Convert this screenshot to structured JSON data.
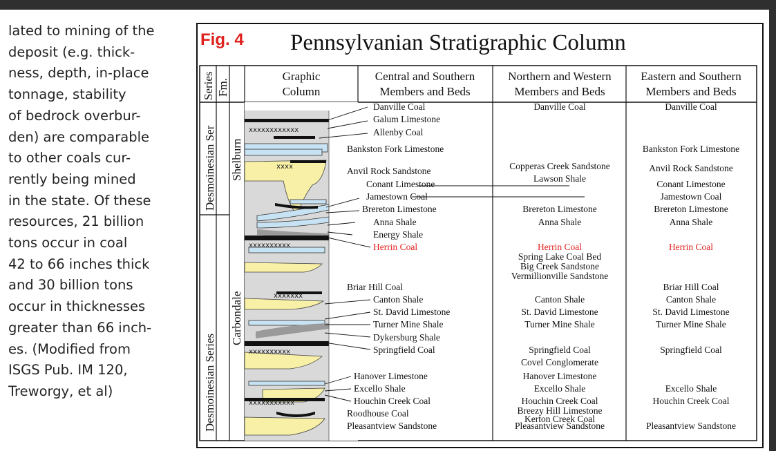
{
  "body_text": [
    "lated to mining of the",
    "deposit (e.g. thick-",
    "ness, depth, in-place",
    "tonnage, stability",
    "of bedrock overbur-",
    "den) are comparable",
    "to other coals cur-",
    "rently being mined",
    "in the state. Of these",
    "resources, 21 billion",
    "tons occur in coal",
    "42 to 66 inches thick",
    "and 30 billion tons",
    "occur in thicknesses",
    "greater than 66 inch-",
    "es. (Modified from",
    "ISGS Pub. IM 120,",
    "Treworgy, et al)"
  ],
  "figure": {
    "label": "Fig. 4",
    "title": "Pennsylvanian Stratigraphic Column",
    "headers": {
      "series": "Series",
      "fm": "Fm.",
      "graphic_1": "Graphic",
      "graphic_2": "Column",
      "central_1": "Central and Southern",
      "central_2": "Members and Beds",
      "northern_1": "Northern and Western",
      "northern_2": "Members and Beds",
      "eastern_1": "Eastern and Southern",
      "eastern_2": "Members and Beds"
    },
    "series_labels": [
      "Desmoinesian Ser",
      "Desmoinesian Series"
    ],
    "formations": [
      "Shelburn",
      "Carbondale"
    ],
    "central": [
      "Danville Coal",
      "Galum Limestone",
      "Allenby Coal",
      "Bankston Fork Limestone",
      "Anvil Rock Sandstone",
      "Conant Limestone",
      "Jamestown Coal",
      "Brereton Limestone",
      "Anna Shale",
      "Energy Shale",
      "Herrin Coal",
      "Briar Hill Coal",
      "Canton Shale",
      "St. David Limestone",
      "Turner Mine Shale",
      "Dykersburg Shale",
      "Springfield Coal",
      "Hanover Limestone",
      "Excello Shale",
      "Houchin Creek Coal",
      "Roodhouse Coal",
      "Pleasantview Sandstone"
    ],
    "northern": [
      "Danville Coal",
      "Copperas Creek Sandstone",
      "Lawson Shale",
      "Brereton Limestone",
      "Anna Shale",
      "Herrin Coal",
      "Spring Lake Coal Bed",
      "Big Creek Sandstone",
      "Vermillionville Sandstone",
      "Canton Shale",
      "St. David Limestone",
      "Turner Mine Shale",
      "Springfield Coal",
      "Covel Conglomerate",
      "Hanover Limestone",
      "Excello Shale",
      "Houchin Creek Coal",
      "Breezy Hill Limestone",
      "Kerton Creek Coal",
      "Pleasantview Sandstone"
    ],
    "eastern": [
      "Danville Coal",
      "Bankston Fork Limestone",
      "Anvil Rock Sandstone",
      "Conant Limestone",
      "Jamestown Coal",
      "Brereton Limestone",
      "Anna Shale",
      "Herrin Coal",
      "Briar Hill Coal",
      "Canton Shale",
      "St. David Limestone",
      "Turner Mine Shale",
      "Springfield Coal",
      "Excello Shale",
      "Houchin Creek Coal",
      "Pleasantview Sandstone"
    ],
    "colors": {
      "highlight": "#e0201c",
      "sandstone": "#f7f0a6",
      "limestone": "#c7e3f3",
      "shale": "#d9d9d9",
      "coal": "#111111"
    }
  }
}
